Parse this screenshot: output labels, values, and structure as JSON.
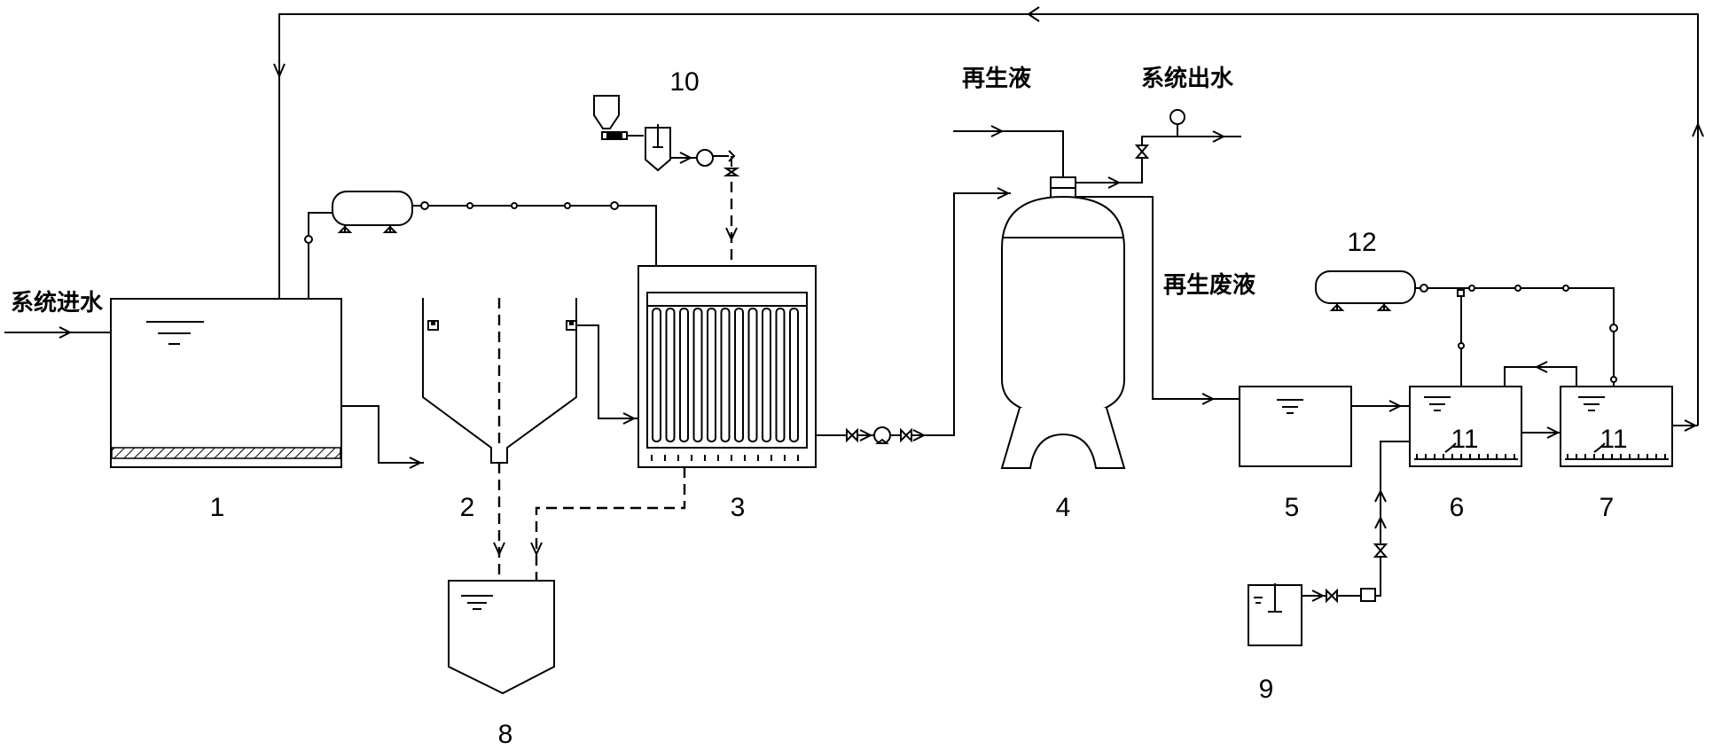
{
  "labels": {
    "system_inlet": "系统进水",
    "regen_liquid": "再生液",
    "system_outlet": "系统出水",
    "regen_waste": "再生废液",
    "inner_11a": "11",
    "inner_11b": "11"
  },
  "units": [
    {
      "id": "u1",
      "number": "1"
    },
    {
      "id": "u2",
      "number": "2"
    },
    {
      "id": "u3",
      "number": "3"
    },
    {
      "id": "u4",
      "number": "4"
    },
    {
      "id": "u5",
      "number": "5"
    },
    {
      "id": "u6",
      "number": "6"
    },
    {
      "id": "u7",
      "number": "7"
    },
    {
      "id": "u8",
      "number": "8"
    },
    {
      "id": "u9",
      "number": "9"
    },
    {
      "id": "u10",
      "number": "10"
    },
    {
      "id": "u12",
      "number": "12"
    }
  ]
}
